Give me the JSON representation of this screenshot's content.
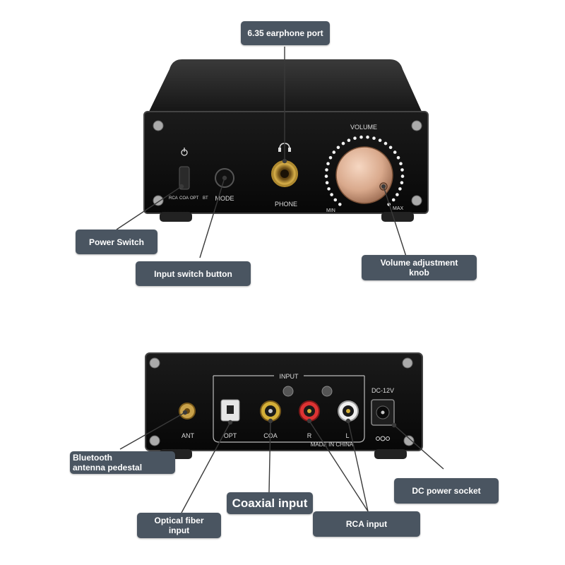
{
  "front_panel": {
    "power_icon": "power-icon",
    "input_labels": [
      "RCA",
      "COA",
      "OPT",
      "BT"
    ],
    "mode_label": "MODE",
    "headphone_icon": "headphone-icon",
    "phone_label": "PHONE",
    "volume_label": "VOLUME",
    "min_label": "MIN",
    "max_label": "MAX"
  },
  "rear_panel": {
    "input_label": "INPUT",
    "dc_label": "DC-12V",
    "ant_label": "ANT",
    "opt_label": "OPT",
    "coa_label": "COA",
    "r_label": "R",
    "l_label": "L",
    "made_in": "MADE IN CHINA"
  },
  "callouts": {
    "earphone_port": "6.35 earphone port",
    "power_switch": "Power Switch",
    "input_switch": "Input switch button",
    "volume_knob": "Volume adjustment\nknob",
    "bluetooth": "Bluetooth\nantenna pedestal",
    "coaxial": "Coaxial input",
    "dc_socket": "DC power socket",
    "optical": "Optical fiber\ninput",
    "rca": "RCA input"
  },
  "colors": {
    "callout_bg": "#4a5561",
    "panel": "#0e0e0e",
    "knob": "#d9a98c"
  }
}
